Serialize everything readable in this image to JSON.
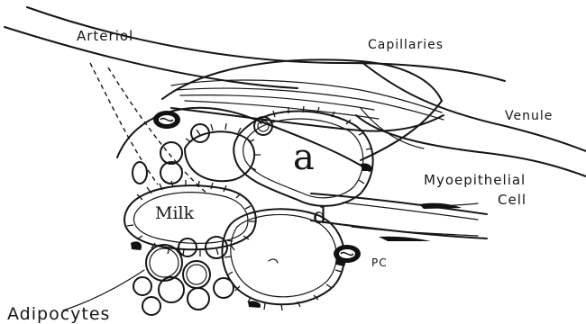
{
  "labels": {
    "arteriol": "Arteriol",
    "capillaries": "Capillaries",
    "venule": "Venule",
    "myoepithelial": "Myoepithelial",
    "cell": "Cell",
    "milk": "Milk",
    "a": "a",
    "d": "d",
    "pc": "PC",
    "adipocytes": "Adipocytes"
  },
  "colors": {
    "ink": "#161616",
    "background": "#ffffff"
  }
}
